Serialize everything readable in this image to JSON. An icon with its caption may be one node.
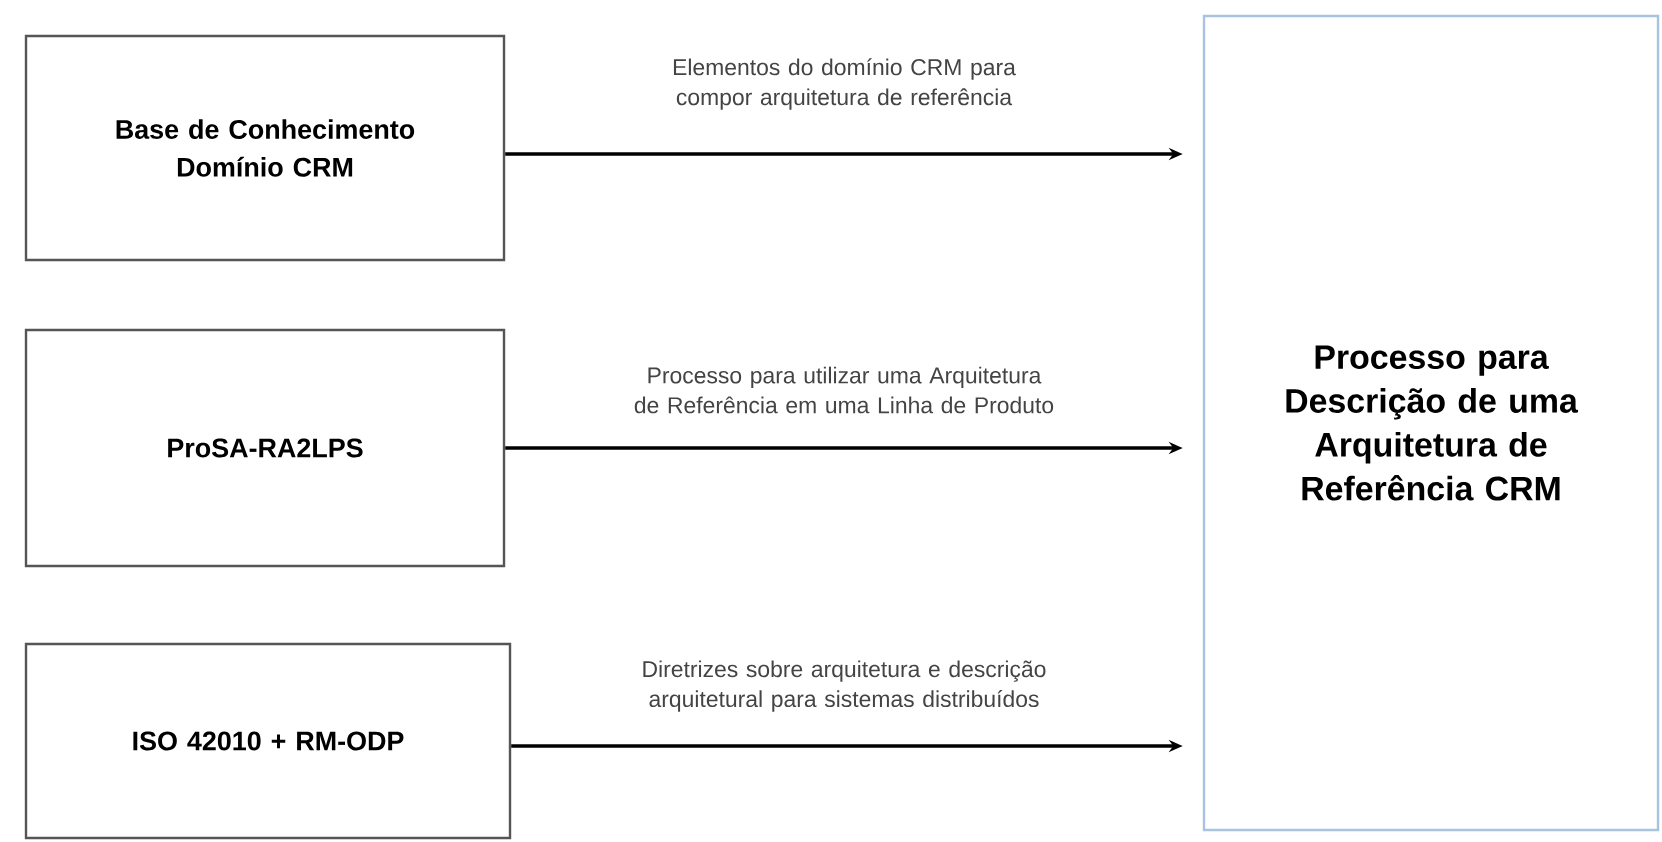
{
  "diagram": {
    "nodes": [
      {
        "text": [
          "Base de Conhecimento Domínio CRM"
        ]
      },
      {
        "text": [
          "ProSA-RA2LPS"
        ]
      },
      {
        "text": [
          "ISO 42010 + RM-ODP"
        ]
      },
      {
        "text": [
          "Processo para Descrição de uma Arquitetura de Referência CRM"
        ]
      }
    ],
    "edges": [
      {
        "from": 0,
        "to": 3,
        "arrow": "to",
        "label": "Elementos do domínio CRM para compor arquitetura de referência"
      },
      {
        "from": 1,
        "to": 3,
        "arrow": "to",
        "label": "Processo para utilizar uma Arquitetura de Referência em uma Linha de Produto"
      },
      {
        "from": 2,
        "to": 3,
        "arrow": "to",
        "label": "Diretrizes sobre arquitetura e descrição arquitetural para sistemas distribuídos"
      }
    ]
  }
}
